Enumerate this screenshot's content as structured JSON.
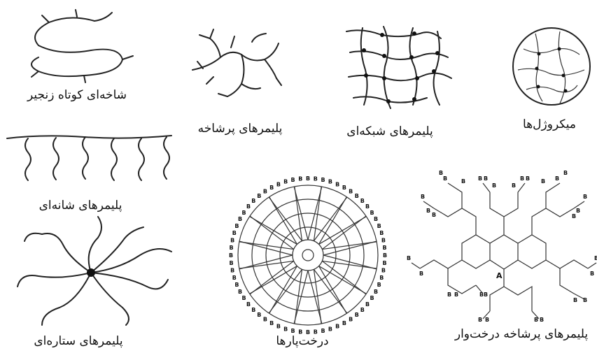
{
  "figures": [
    {
      "id": "short-chain",
      "label": "شاخه‌ای کوتاه زنجیر"
    },
    {
      "id": "branched",
      "label": "پلیمرهای پرشاخه"
    },
    {
      "id": "network",
      "label": "پلیمرهای شبکه‌ای"
    },
    {
      "id": "microgels",
      "label": "میکروژل‌ها"
    },
    {
      "id": "comb",
      "label": "پلیمرهای شانه‌ای"
    },
    {
      "id": "star",
      "label": "پلیمرهای ستاره‌ای"
    },
    {
      "id": "dendrimers",
      "label": "درخت‌پارها"
    },
    {
      "id": "dendritic",
      "label": "پلیمرهای پرشاخه درخت‌وار"
    }
  ],
  "glyphs": {
    "end_group": "B",
    "core": "A"
  }
}
